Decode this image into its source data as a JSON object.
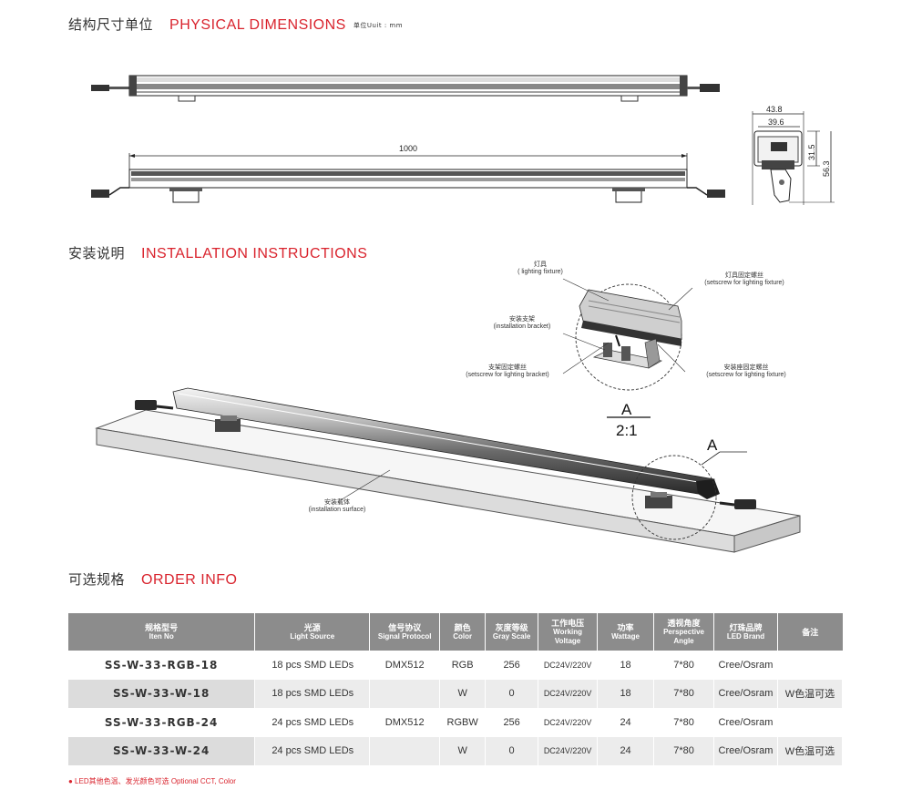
{
  "dimensions": {
    "title_cn": "结构尺寸单位",
    "title_en": "PHYSICAL DIMENSIONS",
    "unit": "单位Uuit : mm",
    "length": "1000",
    "width_outer": "43.8",
    "width_inner": "39.6",
    "height_body": "31.5",
    "height_total": "56.3"
  },
  "installation": {
    "title_cn": "安装说明",
    "title_en": "INSTALLATION INSTRUCTIONS",
    "detail_marker": "A",
    "scale_a": "A",
    "scale_ratio": "2:1",
    "labels": {
      "fixture_cn": "灯具",
      "fixture_en": "( lighting fixture)",
      "bracket_cn": "安装支架",
      "bracket_en": "(installation bracket)",
      "bracket_screw_cn": "支架固定螺丝",
      "bracket_screw_en": "(setscrew for lighting bracket)",
      "fixture_screw_cn": "灯具固定螺丝",
      "fixture_screw_en": "(setscrew for lighting fixture)",
      "base_screw_cn": "安装座固定螺丝",
      "base_screw_en": "(setscrew for lighting fixture)",
      "surface_cn": "安装载体",
      "surface_en": "(installation surface)"
    }
  },
  "order": {
    "title_cn": "可选规格",
    "title_en": "ORDER INFO",
    "headers": [
      {
        "cn": "规格型号",
        "en": "Iten No"
      },
      {
        "cn": "光源",
        "en": "Light Source"
      },
      {
        "cn": "信号协议",
        "en": "Signal Protocol"
      },
      {
        "cn": "颜色",
        "en": "Color"
      },
      {
        "cn": "灰度等级",
        "en": "Gray Scale"
      },
      {
        "cn": "工作电压",
        "en": "Working Voltage"
      },
      {
        "cn": "功率",
        "en": "Wattage"
      },
      {
        "cn": "透视角度",
        "en": "Perspective Angle"
      },
      {
        "cn": "灯珠品牌",
        "en": "LED Brand"
      },
      {
        "cn": "备注",
        "en": ""
      }
    ],
    "rows": [
      {
        "model": "SS-W-33-RGB-18",
        "source": "18 pcs SMD LEDs",
        "protocol": "DMX512",
        "color": "RGB",
        "gray": "256",
        "voltage": "DC24V/220V",
        "watt": "18",
        "angle": "7*80",
        "brand": "Cree/Osram",
        "remark": ""
      },
      {
        "model": "SS-W-33-W-18",
        "source": "18 pcs SMD LEDs",
        "protocol": "",
        "color": "W",
        "gray": "0",
        "voltage": "DC24V/220V",
        "watt": "18",
        "angle": "7*80",
        "brand": "Cree/Osram",
        "remark": "W色温可选"
      },
      {
        "model": "SS-W-33-RGB-24",
        "source": "24 pcs SMD LEDs",
        "protocol": "DMX512",
        "color": "RGBW",
        "gray": "256",
        "voltage": "DC24V/220V",
        "watt": "24",
        "angle": "7*80",
        "brand": "Cree/Osram",
        "remark": ""
      },
      {
        "model": "SS-W-33-W-24",
        "source": "24 pcs SMD LEDs",
        "protocol": "",
        "color": "W",
        "gray": "0",
        "voltage": "DC24V/220V",
        "watt": "24",
        "angle": "7*80",
        "brand": "Cree/Osram",
        "remark": "W色温可选"
      }
    ],
    "note": "● LED其他色温、发光颜色可选  Optional CCT, Color"
  }
}
